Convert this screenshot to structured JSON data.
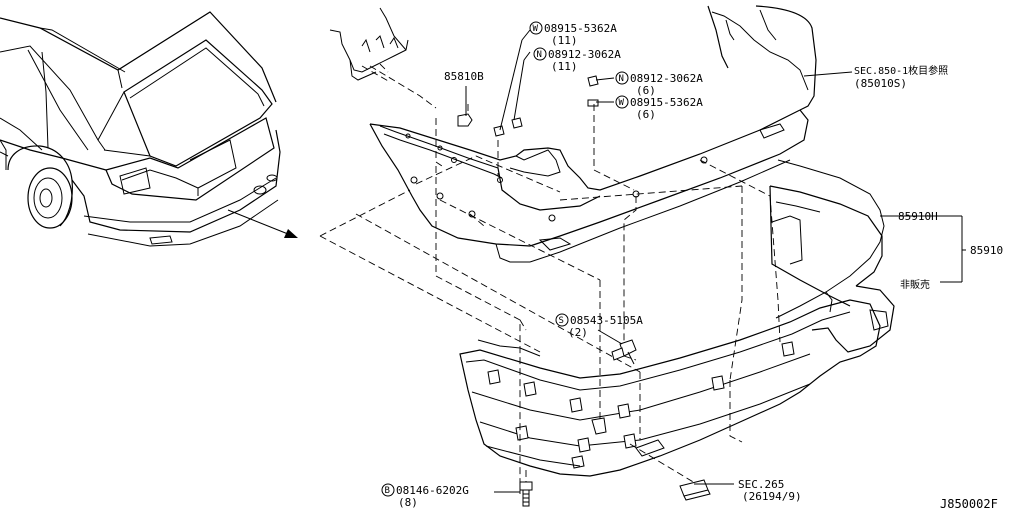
{
  "labels": {
    "w1_part": "08915-5362A",
    "w1_qty": "(11)",
    "n1_part": "08912-3062A",
    "n1_qty": "(11)",
    "p85810": "85810B",
    "n2_part": "08912-3062A",
    "n2_qty": "(6)",
    "w2_part": "08915-5362A",
    "w2_qty": "(6)",
    "sec850_line1": "SEC.850-1枚目参照",
    "sec850_line2": "(85010S)",
    "p85910h": "85910H",
    "p85910": "85910",
    "not_for_sale": "非販売",
    "s1_part": "08543-5105A",
    "s1_qty": "(2)",
    "b1_part": "08146-6202G",
    "b1_qty": "(8)",
    "sec265_line1": "SEC.265",
    "sec265_line2": "(26194/9)",
    "diagram_id": "J850002F"
  },
  "symbols": {
    "washer": "W",
    "nut": "N",
    "screw": "S",
    "bolt": "B"
  }
}
